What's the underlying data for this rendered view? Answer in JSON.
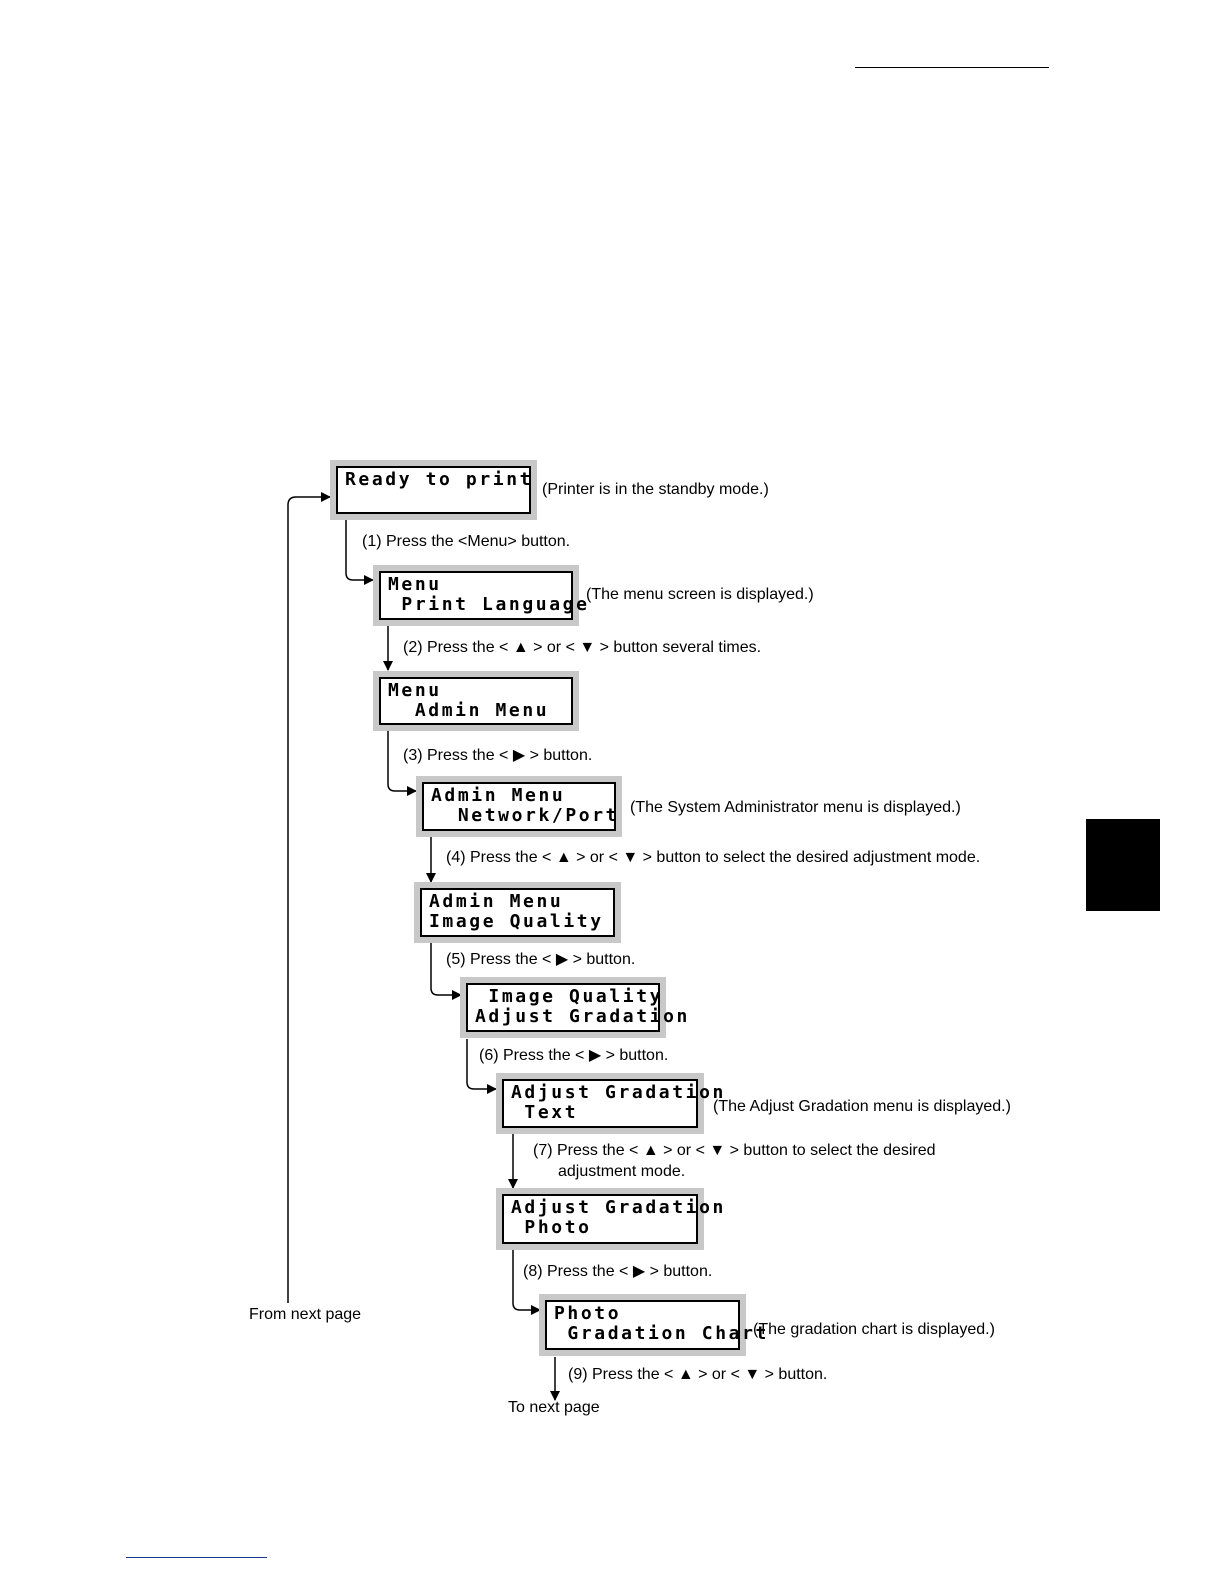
{
  "screens": [
    {
      "line1": "Ready to print",
      "line2": ""
    },
    {
      "line1": "Menu",
      "line2": " Print Language"
    },
    {
      "line1": "Menu",
      "line2": "  Admin Menu"
    },
    {
      "line1": "Admin Menu",
      "line2": "  Network/Port"
    },
    {
      "line1": "Admin Menu",
      "line2": "Image Quality"
    },
    {
      "line1": " Image Quality",
      "line2": "Adjust Gradation"
    },
    {
      "line1": "Adjust Gradation",
      "line2": " Text"
    },
    {
      "line1": "Adjust Gradation",
      "line2": " Photo"
    },
    {
      "line1": "Photo",
      "line2": " Gradation Chart"
    }
  ],
  "notes": {
    "standby": "(Printer is in the standby mode.)",
    "menu_displayed": "(The menu screen is displayed.)",
    "admin_displayed": "(The System Administrator menu is displayed.)",
    "adjust_displayed": "(The Adjust Gradation menu is displayed.)",
    "chart_displayed": "(The gradation chart is displayed.)"
  },
  "steps": {
    "s1": "(1) Press the <Menu> button.",
    "s2": "(2) Press the < ▲ > or < ▼ > button several times.",
    "s3": "(3) Press the < ▶ > button.",
    "s4": "(4) Press the < ▲ > or < ▼ > button to select the desired adjustment mode.",
    "s5": "(5) Press the < ▶ > button.",
    "s6": "(6) Press the < ▶ > button.",
    "s7a": "(7) Press the < ▲ > or < ▼ > button to select the desired",
    "s7b": "adjustment mode.",
    "s8": "(8) Press the < ▶ > button.",
    "s9": "(9) Press the < ▲ > or < ▼ > button."
  },
  "from_next_page": "From next page",
  "to_next_page": "To next page"
}
